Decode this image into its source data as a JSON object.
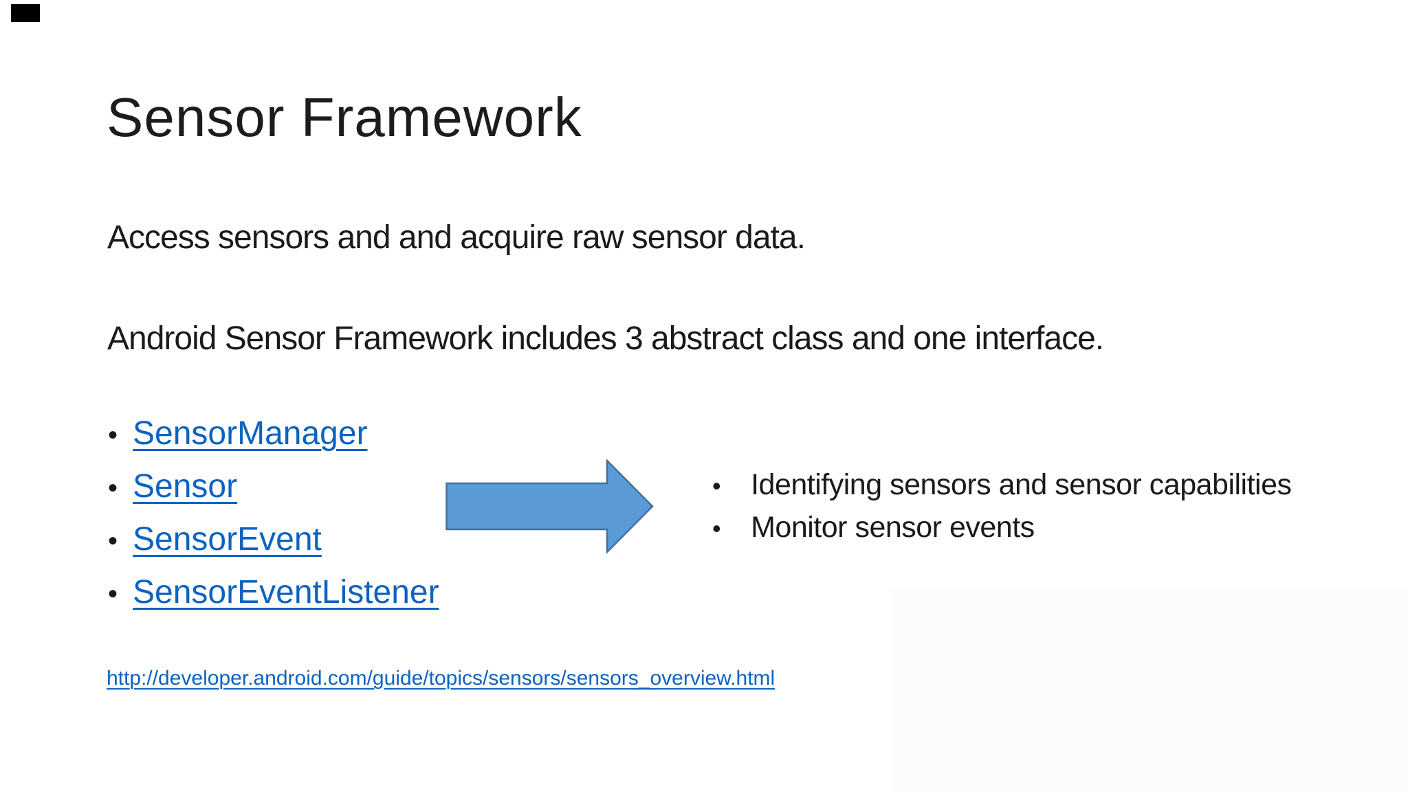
{
  "slide": {
    "title": "Sensor Framework",
    "paragraphs": {
      "intro": "Access sensors and and acquire raw sensor data.",
      "framework": "Android Sensor Framework includes 3 abstract class and one interface."
    },
    "links": [
      "SensorManager",
      "Sensor",
      "SensorEvent",
      "SensorEventListener"
    ],
    "right_bullets": [
      "Identifying sensors and sensor capabilities",
      "Monitor sensor events"
    ],
    "source_link": "http://developer.android.com/guide/topics/sensors/sensors_overview.html",
    "bullet_glyph": "•",
    "colors": {
      "background": "#ffffff",
      "text": "#1a1a1a",
      "hyperlink": "#0b63c1",
      "arrow_fill": "#5b9bd5",
      "arrow_border": "#41719c"
    }
  }
}
